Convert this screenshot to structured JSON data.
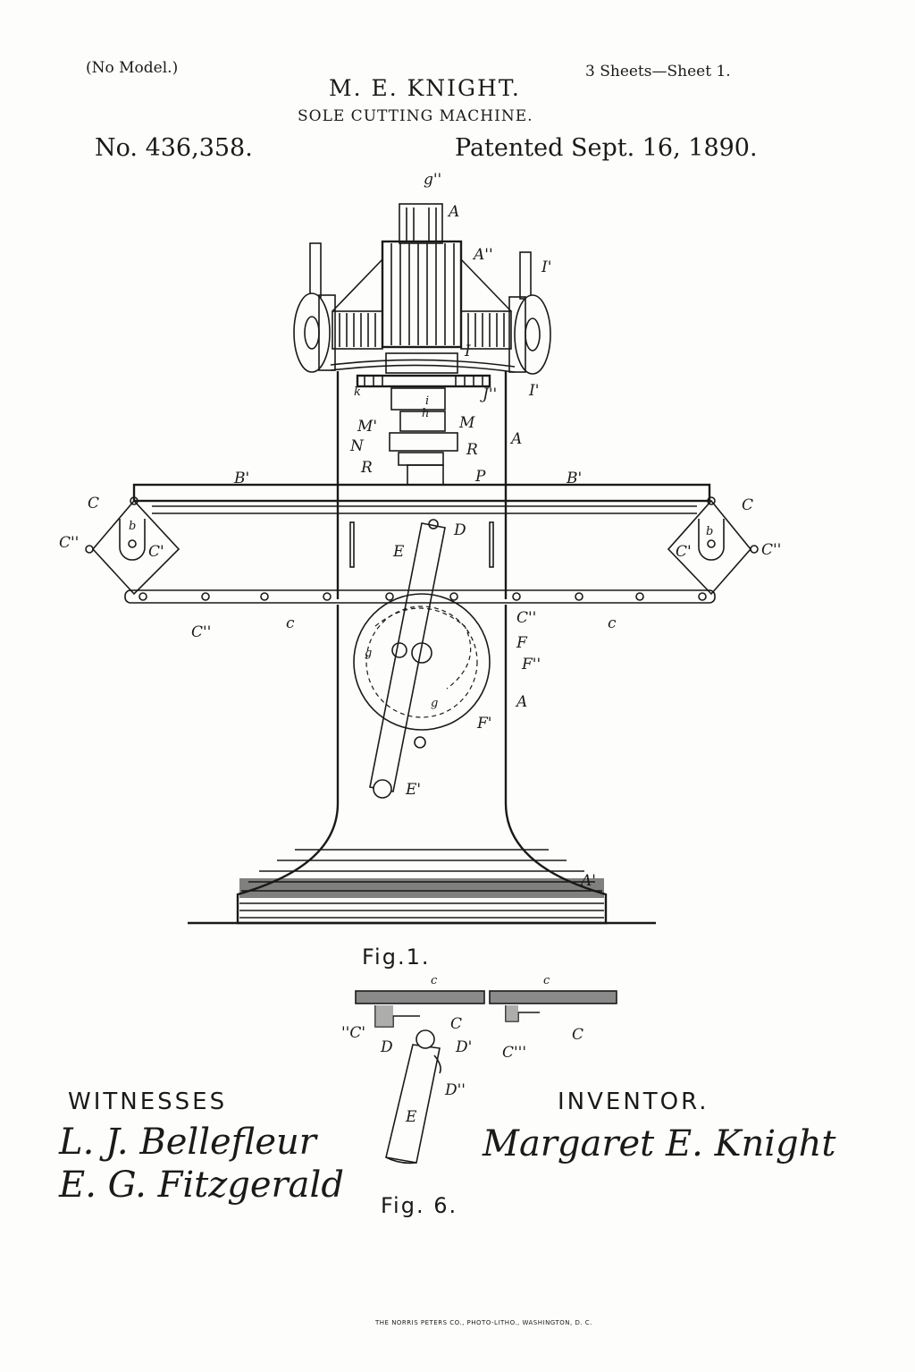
{
  "header": {
    "no_model": "(No Model.)",
    "sheets": "3 Sheets—Sheet 1.",
    "inventor": "M. E. KNIGHT.",
    "title": "SOLE CUTTING MACHINE.",
    "patent_number": "No. 436,358.",
    "patent_date": "Patented Sept. 16, 1890."
  },
  "fig1": {
    "caption": "Fig.1.",
    "labels": {
      "g2": "g''",
      "A_top": "A",
      "A2": "A''",
      "I1_top": "I'",
      "I": "I",
      "I1_mid": "I'",
      "k": "k",
      "J2": "J''",
      "i": "i",
      "h": "h",
      "M1": "M'",
      "M": "M",
      "N": "N",
      "R_right": "R",
      "R_left": "R",
      "A_mid": "A",
      "P": "P",
      "B1_left": "B'",
      "B1_right": "B'",
      "C_left": "C",
      "C_right": "C",
      "b_left": "b",
      "b_right": "b",
      "C2_left": "C''",
      "C2_right": "C''",
      "C1_left": "C'",
      "C1_right": "C'",
      "D": "D",
      "E": "E",
      "C2_low1": "C''",
      "c_low1": "c",
      "C2_low2": "C''",
      "c_low2": "c",
      "F": "F",
      "F2": "F''",
      "g_left": "g",
      "g_low": "g",
      "A_low": "A",
      "F1": "F'",
      "E1": "E'",
      "A1": "A'"
    }
  },
  "fig6": {
    "caption": "Fig. 6.",
    "labels": {
      "c_left": "c",
      "c_right": "c",
      "C2": "''C'",
      "C_mid": "C",
      "C_right": "C",
      "D": "D",
      "D1": "D'",
      "C3": "C'''",
      "D2": "D''",
      "E": "E"
    }
  },
  "witnesses": {
    "heading": "WITNESSES",
    "names": [
      "L. J. Bellefleur",
      "E. G. Fitzgerald"
    ]
  },
  "inventor": {
    "heading": "INVENTOR.",
    "signature": "Margaret E. Knight"
  },
  "printer": "THE NORRIS PETERS CO., PHOTO-LITHO., WASHINGTON, D. C."
}
